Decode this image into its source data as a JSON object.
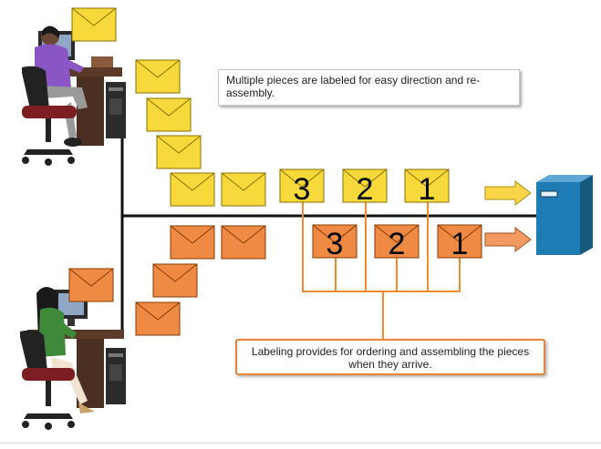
{
  "callouts": {
    "top": "Multiple pieces are labeled for easy direction and re-assembly.",
    "bottom": "Labeling provides for ordering and assembling the pieces when they arrive."
  },
  "yellow_segments": {
    "labels": [
      "3",
      "2",
      "1"
    ]
  },
  "orange_segments": {
    "labels": [
      "3",
      "2",
      "1"
    ]
  },
  "colors": {
    "yellow_envelope": "#f7d93c",
    "orange_envelope": "#ef8a44",
    "yellow_arrow": "#f9d548",
    "orange_arrow": "#f29a62",
    "bracket": "#f08a2a",
    "server": "#1f7bb3",
    "network_line": "#111111"
  },
  "icons": [
    "person-purple-workstation",
    "person-green-workstation",
    "server-icon",
    "envelope-icon",
    "arrow-right-icon"
  ]
}
